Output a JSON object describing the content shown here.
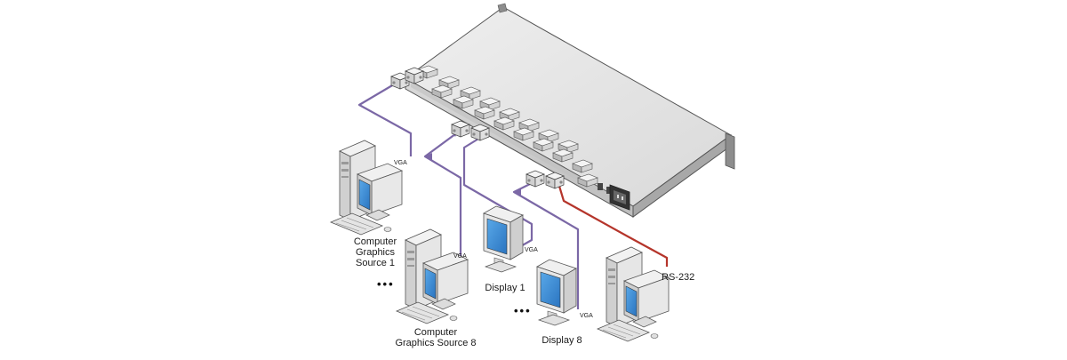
{
  "labels": {
    "source1": [
      "Computer",
      "Graphics",
      "Source 1"
    ],
    "source8": [
      "Computer",
      "Graphics Source 8"
    ],
    "display1": "Display 1",
    "display8": "Display 8",
    "rs232": "RS-232",
    "vga": "VGA",
    "ellipsis": "•••"
  },
  "colors": {
    "vga_cable": "#7b68a6",
    "rs232_cable": "#b5352b",
    "chassis_top": "#e4e4e4",
    "chassis_front": "#cfcfcf",
    "screen": "#3a8fd6"
  },
  "components": {
    "switcher": "matrix-switcher-icon",
    "computer": "computer-icon",
    "monitor": "monitor-icon"
  }
}
